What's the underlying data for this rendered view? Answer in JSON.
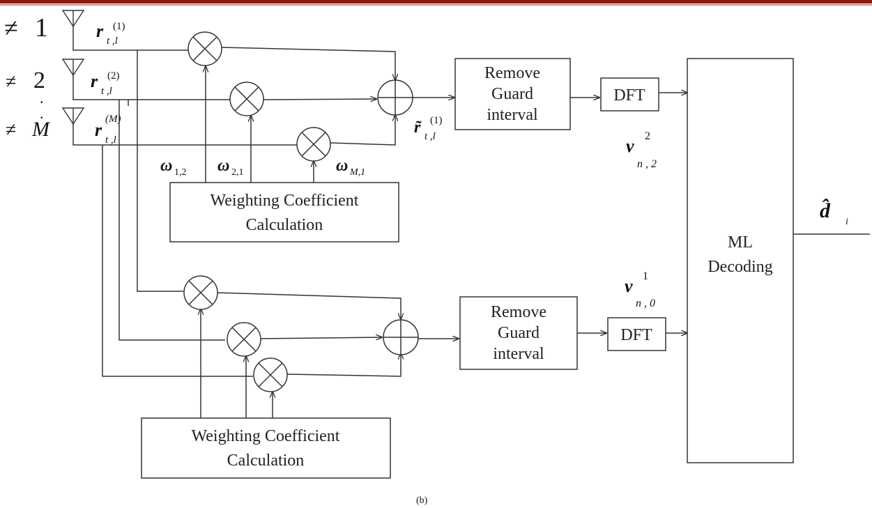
{
  "antennas": [
    {
      "symbol": "≠",
      "index": "1",
      "signal": "r",
      "subscript": "t ,l",
      "superscript": "(1)"
    },
    {
      "symbol": "≠",
      "index": "2",
      "signal": "r",
      "subscript": "t ,l",
      "superscript": "(2)"
    },
    {
      "symbol": "≠",
      "index": "M",
      "signal": "r",
      "subscript": "t ,l",
      "superscript": "(M)"
    }
  ],
  "dots": ".",
  "weights": [
    {
      "symbol": "ω",
      "subscript": "1,2"
    },
    {
      "symbol": "ω",
      "subscript": "2,1"
    },
    {
      "symbol": "ω",
      "subscript": "M,1"
    }
  ],
  "combined_signal": {
    "symbol": "r̃",
    "subscript": "t ,l",
    "superscript": "(1)"
  },
  "blocks": {
    "weighting_line1": "Weighting Coefficient",
    "weighting_line2": "Calculation",
    "remove_line1": "Remove",
    "remove_line2": "Guard",
    "remove_line3": "interval",
    "dft": "DFT",
    "ml_line1": "ML",
    "ml_line2": "Decoding"
  },
  "outputs": {
    "v_top": {
      "symbol": "v",
      "subscript": "n , 2",
      "superscript": "2"
    },
    "v_bottom": {
      "symbol": "v",
      "subscript": "n , 0",
      "superscript": "1"
    },
    "decision": {
      "symbol": "d̂",
      "subscript": "i"
    }
  },
  "caption": "(b)"
}
